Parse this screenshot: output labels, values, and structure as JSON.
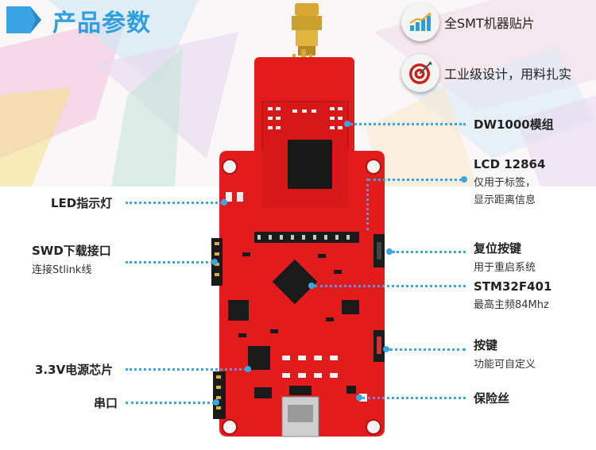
{
  "header": {
    "title": "产品参数"
  },
  "features": [
    {
      "label": "全SMT机器贴片",
      "icon": "bar-chart-icon"
    },
    {
      "label": "工业级设计，用料扎实",
      "icon": "target-icon"
    }
  ],
  "callouts_left": [
    {
      "main": "LED指示灯",
      "sub": ""
    },
    {
      "main": "SWD下载接口",
      "sub": "连接Stlink线"
    },
    {
      "main": "3.3V电源芯片",
      "sub": ""
    },
    {
      "main": "串口",
      "sub": ""
    }
  ],
  "callouts_right": [
    {
      "main": "DW1000模组",
      "sub": ""
    },
    {
      "main": "LCD 12864",
      "sub": "仅用于标签，",
      "sub2": "显示距离信息"
    },
    {
      "main": "复位按键",
      "sub": "用于重启系统"
    },
    {
      "main": "STM32F401",
      "sub": "最高主频84Mhz"
    },
    {
      "main": "按键",
      "sub": "功能可自定义"
    },
    {
      "main": "保险丝",
      "sub": ""
    }
  ],
  "colors": {
    "accent": "#39a7e4",
    "title": "#2f9fe0",
    "board": "#e0201e"
  }
}
